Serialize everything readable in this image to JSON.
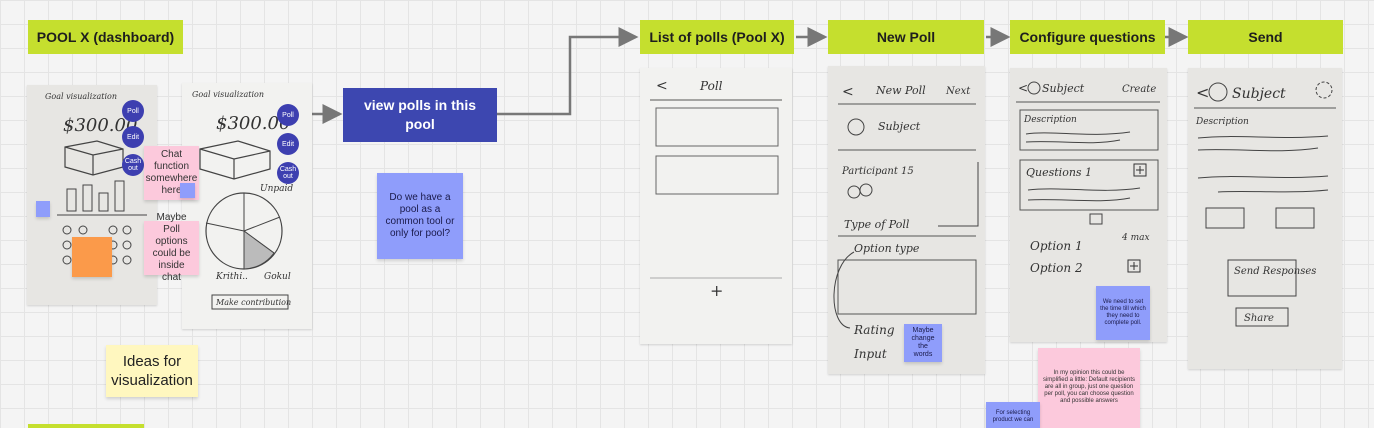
{
  "steps": {
    "pool_dashboard": "POOL X (dashboard)",
    "list_of_polls": "List of polls (Pool X)",
    "new_poll": "New Poll",
    "configure_questions": "Configure questions",
    "send": "Send"
  },
  "dashboard": {
    "sketch1": {
      "title": "Goal visualization",
      "amount": "$300.00",
      "buttons": {
        "poll": "Poll",
        "edit": "Edit",
        "cash_out": "Cash out"
      }
    },
    "sketch2": {
      "title": "Goal visualization",
      "amount": "$300.00",
      "buttons": {
        "poll": "Poll",
        "edit": "Edit",
        "cash_out": "Cash out"
      },
      "labels": {
        "unpaid": "Unpaid",
        "krithi": "Krithi..",
        "gokul": "Gokul"
      },
      "button_label": "Make contribution"
    }
  },
  "action": {
    "view_polls": "view polls in this pool"
  },
  "stickies": {
    "chat_function": "Chat function somewhere here",
    "poll_options": "Maybe Poll options could be inside chat",
    "common_tool": "Do we have a pool as a common tool or only for pool?",
    "ideas_visualization": "Ideas for visualization",
    "change_words": "Maybe change the words",
    "set_time": "We need to set the time till which they need to complete poll.",
    "simplify": "In my opinion this could be simplified a little: Default recipients are all in group, just one question per poll, you can choose question and possible answers",
    "selecting_product": "For selecting product we can"
  },
  "poll_list_sketch": {
    "title": "Poll",
    "back": "<",
    "add": "+"
  },
  "new_poll_sketch": {
    "title": "New Poll",
    "next": "Next",
    "subject": "Subject",
    "participant": "Participant 15",
    "type_of_poll": "Type of Poll",
    "option_type": "Option type",
    "rating": "Rating",
    "input": "Input"
  },
  "configure_sketch": {
    "subject": "Subject",
    "create": "Create",
    "description": "Description",
    "question": "Questions 1",
    "option1": "Option 1",
    "option2": "Option 2",
    "max": "4 max"
  },
  "send_sketch": {
    "subject": "Subject",
    "description": "Description",
    "send_responses": "Send Responses",
    "share": "Share"
  },
  "colors": {
    "step_green": "#c5df2e",
    "action_blue": "#3d47b0",
    "sticky_blue": "#8f9dfb",
    "sticky_pink": "#fcc9dc"
  }
}
